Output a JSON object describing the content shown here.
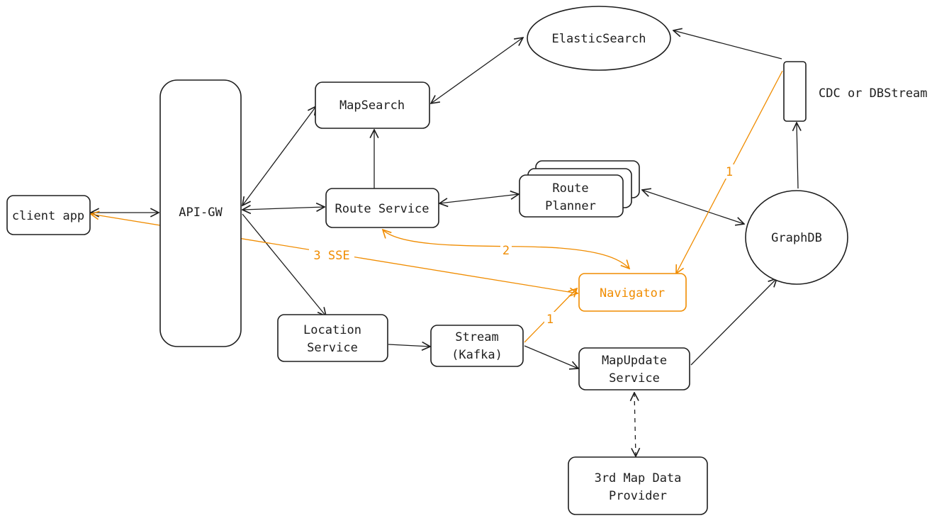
{
  "colors": {
    "stroke": "#1e1e1e",
    "highlight": "#f08c00",
    "background": "#ffffff"
  },
  "nodes": {
    "client_app": {
      "lines": [
        "client app"
      ]
    },
    "api_gw": {
      "lines": [
        "API-GW"
      ]
    },
    "map_search": {
      "lines": [
        "MapSearch"
      ]
    },
    "elastic_search": {
      "lines": [
        "ElasticSearch"
      ]
    },
    "cdc": {
      "lines": [
        "CDC or DBStream"
      ]
    },
    "route_service": {
      "lines": [
        "Route Service"
      ]
    },
    "route_planner": {
      "lines": [
        "Route",
        "Planner"
      ]
    },
    "graphdb": {
      "lines": [
        "GraphDB"
      ]
    },
    "navigator": {
      "lines": [
        "Navigator"
      ]
    },
    "location_service": {
      "lines": [
        "Location",
        "Service"
      ]
    },
    "stream": {
      "lines": [
        "Stream",
        "(Kafka)"
      ]
    },
    "map_update": {
      "lines": [
        "MapUpdate",
        "Service"
      ]
    },
    "provider": {
      "lines": [
        "3rd Map Data",
        "Provider"
      ]
    }
  },
  "edge_labels": {
    "cdc_to_navigator": "1",
    "stream_to_navigator": "1",
    "route_to_navigator": "2",
    "navigator_to_client": "3 SSE"
  }
}
